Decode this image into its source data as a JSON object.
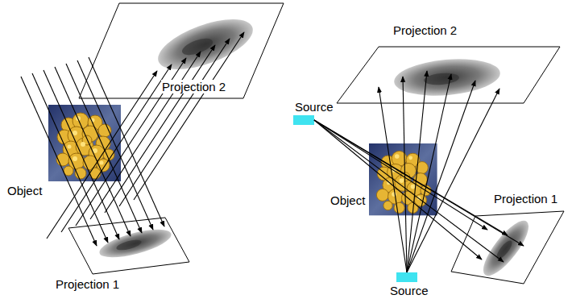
{
  "diagram": {
    "labels": [
      "Projection 2",
      "Object",
      "Projection 1",
      "Projection 2",
      "Source",
      "Projection 1",
      "Object",
      "Source"
    ]
  }
}
